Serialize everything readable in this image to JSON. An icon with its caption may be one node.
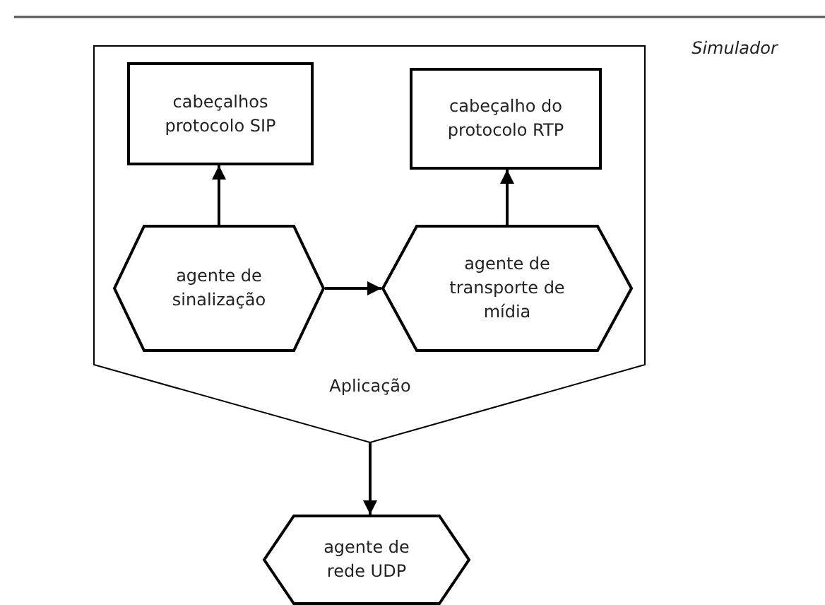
{
  "diagram": {
    "nodes": [
      {
        "text": [
          "Aplicação"
        ]
      },
      {
        "text": [
          "cabeçalhos protocolo SIP"
        ],
        "in": 0
      },
      {
        "text": [
          "cabeçalho do protocolo RTP"
        ],
        "in": 0
      },
      {
        "text": [
          "agente de sinalização"
        ],
        "in": 0
      },
      {
        "text": [
          "agente de transporte de mídia"
        ],
        "in": 0
      },
      {
        "text": [
          "agente de rede UDP"
        ]
      }
    ],
    "edges": [
      {
        "from": 3,
        "to": 1,
        "arrow": "to"
      },
      {
        "from": 4,
        "to": 2,
        "arrow": "to"
      },
      {
        "from": 3,
        "to": 4,
        "arrow": "to"
      },
      {
        "from": 0,
        "to": 5,
        "arrow": "to"
      }
    ],
    "labels": [
      "Simulador"
    ]
  }
}
